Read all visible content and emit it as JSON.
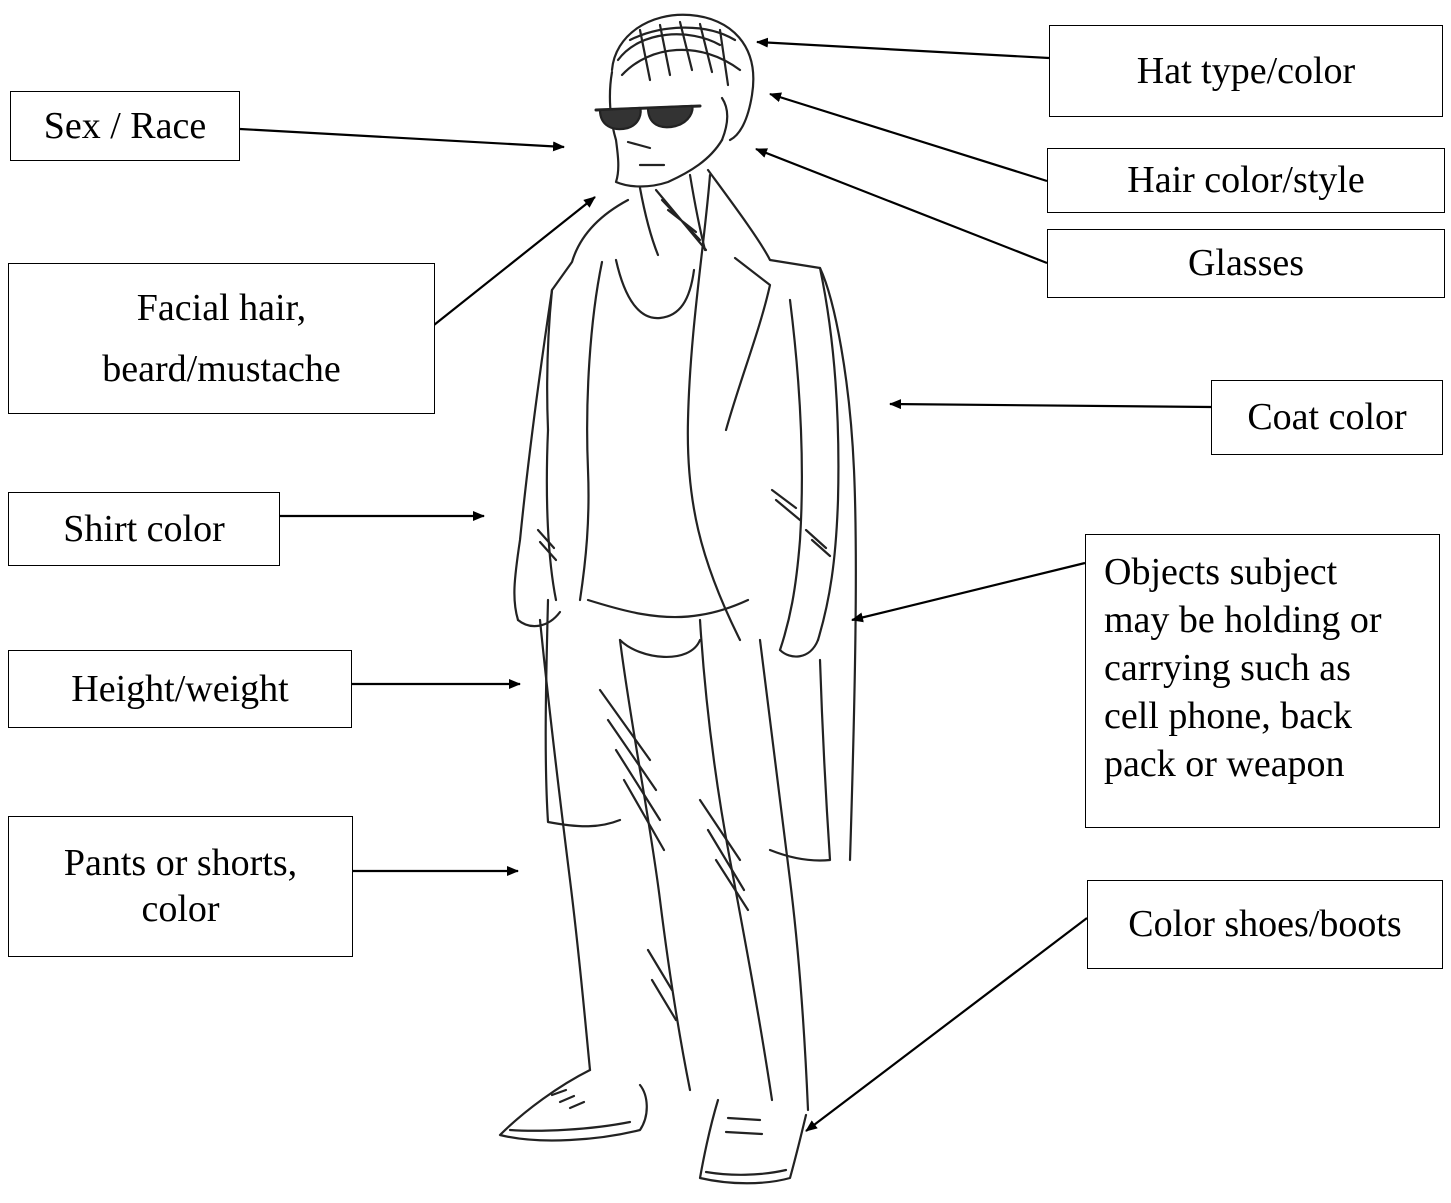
{
  "labels": {
    "hat": "Hat  type/color",
    "sex_race": "Sex / Race",
    "hair": "Hair color/style",
    "glasses": "Glasses",
    "facial_hair": "Facial hair,\nbeard/mustache",
    "coat": "Coat color",
    "shirt": "Shirt color",
    "objects": "Objects subject\nmay be holding or\ncarrying such as\ncell phone, back\npack or weapon",
    "height_weight": "Height/weight",
    "pants": "Pants or shorts,\ncolor",
    "shoes": "Color shoes/boots"
  },
  "colors": {
    "ink": "#000000",
    "background": "#ffffff",
    "sketch": "#222222"
  }
}
